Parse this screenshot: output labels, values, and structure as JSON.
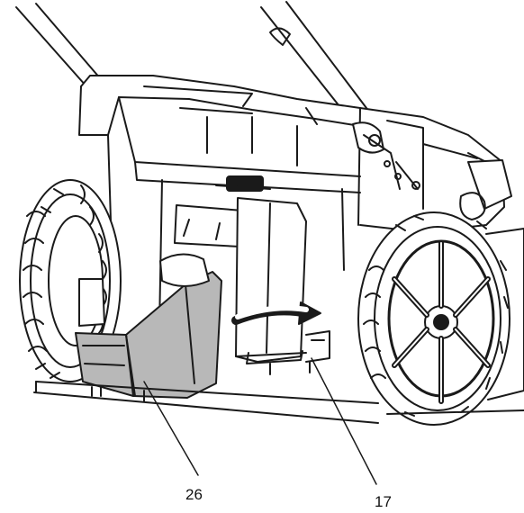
{
  "figure": {
    "callouts": [
      {
        "id": "26",
        "label": "26"
      },
      {
        "id": "17",
        "label": "17"
      }
    ],
    "colors": {
      "line": "#1a1a1a",
      "fill": "#ffffff",
      "shade": "#b8b8b8",
      "tire": "#2a2a2a"
    }
  }
}
